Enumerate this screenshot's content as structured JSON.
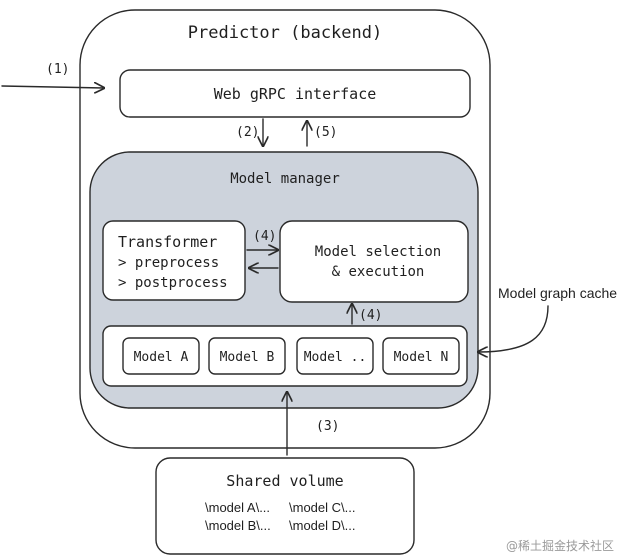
{
  "predictor": {
    "title": "Predictor (backend)"
  },
  "interface": {
    "label": "Web gRPC interface"
  },
  "manager": {
    "label": "Model manager"
  },
  "transformer": {
    "title": "Transformer",
    "line1": "> preprocess",
    "line2": "> postprocess"
  },
  "selection": {
    "line1": "Model selection",
    "line2": "& execution"
  },
  "models": [
    "Model A",
    "Model B",
    "Model ..",
    "Model N"
  ],
  "cache": {
    "label": "Model graph cache"
  },
  "volume": {
    "title": "Shared volume",
    "paths": [
      "\\model A\\...",
      "\\model C\\...",
      "\\model B\\...",
      "\\model D\\..."
    ]
  },
  "arrows": {
    "a1": "(1)",
    "a2": "(2)",
    "a3": "(3)",
    "a4_top": "(4)",
    "a4_bottom": "(4)",
    "a5": "(5)"
  },
  "watermark": "@稀土掘金技术社区"
}
